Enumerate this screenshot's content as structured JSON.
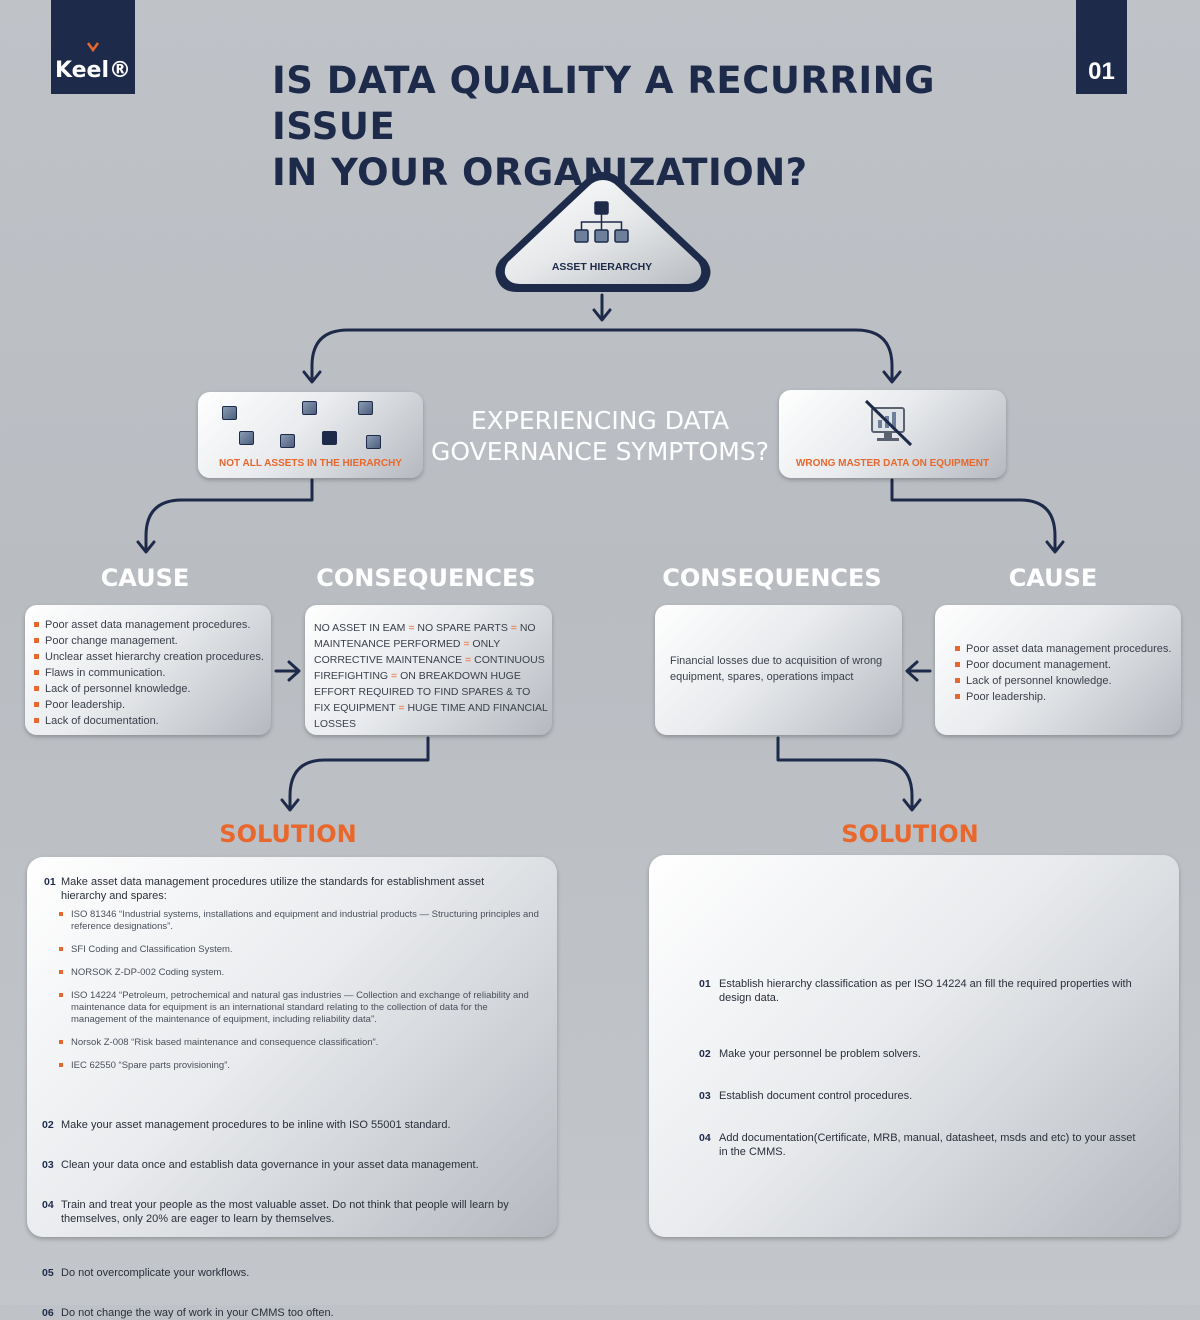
{
  "header": {
    "logo_text": "Keel®",
    "page_number": "01",
    "title_line1": "IS DATA QUALITY A RECURRING ISSUE",
    "title_line2": "IN YOUR ORGANIZATION?"
  },
  "top_node": {
    "label": "ASSET HIERARCHY",
    "icon": "hierarchy-icon"
  },
  "center_question": {
    "line1": "EXPERIENCING DATA",
    "line2": "GOVERNANCE SYMPTOMS?"
  },
  "left_symptom": {
    "label": "NOT ALL ASSETS IN THE HIERARCHY",
    "icon": "scattered-squares-icon"
  },
  "right_symptom": {
    "label": "WRONG MASTER DATA ON EQUIPMENT",
    "icon": "crossed-monitor-icon"
  },
  "left": {
    "cause_title": "CAUSE",
    "cause_items": [
      "Poor asset data management procedures.",
      "Poor change management.",
      "Unclear asset hierarchy creation procedures.",
      "Flaws in communication.",
      "Lack of personnel knowledge.",
      "Poor leadership.",
      "Lack of documentation."
    ],
    "consequences_title": "CONSEQUENCES",
    "consequences_parts": [
      "NO ASSET IN EAM",
      " = ",
      "NO SPARE PARTS",
      " = ",
      "NO MAINTENANCE PERFORMED",
      " = ",
      "ONLY CORRECTIVE MAINTENANCE",
      " = ",
      "CONTINUOUS FIREFIGHTING",
      " = ",
      "ON BREAKDOWN HUGE EFFORT REQUIRED TO FIND SPARES & TO FIX EQUIPMENT",
      " = ",
      "HUGE TIME AND FINANCIAL LOSSES"
    ],
    "solution_title": "SOLUTION",
    "solution_items": [
      {
        "num": "01",
        "text": "Make asset data management procedures utilize the standards for establishment asset hierarchy and spares:",
        "sub": [
          "ISO 81346 “Industrial systems, installations and equipment and industrial products — Structuring principles and reference designations”.",
          "SFI Coding and Classification System.",
          "NORSOK Z-DP-002 Coding system.",
          "ISO 14224 “Petroleum, petrochemical and natural gas industries — Collection and exchange of reliability and maintenance data for equipment is an international standard relating to the collection of data for the management of the maintenance of equipment, including reliability data”.",
          "Norsok Z-008 “Risk based maintenance and consequence classification”.",
          "IEC 62550 “Spare parts provisioning”."
        ]
      },
      {
        "num": "02",
        "text": "Make your asset management procedures to be inline with ISO 55001 standard."
      },
      {
        "num": "03",
        "text": "Clean your data once and establish data governance in your asset data management."
      },
      {
        "num": "04",
        "text": "Train and treat your people as the most valuable asset. Do not think that people will learn by themselves, only 20% are eager to learn by themselves."
      },
      {
        "num": "05",
        "text": "Do not overcomplicate your workflows."
      },
      {
        "num": "06",
        "text": "Do not change the way of work in your CMMS too often."
      }
    ]
  },
  "right": {
    "consequences_title": "CONSEQUENCES",
    "consequences_text": "Financial losses due to acquisition of wrong equipment, spares, operations impact",
    "cause_title": "CAUSE",
    "cause_items": [
      "Poor asset data management procedures.",
      "Poor document management.",
      "Lack of personnel knowledge.",
      "Poor leadership."
    ],
    "solution_title": "SOLUTION",
    "solution_items": [
      {
        "num": "01",
        "text": "Establish hierarchy classification as per ISO 14224 an fill the required properties with design data."
      },
      {
        "num": "02",
        "text": "Make your personnel be problem solvers."
      },
      {
        "num": "03",
        "text": "Establish document control procedures."
      },
      {
        "num": "04",
        "text": "Add documentation(Certificate, MRB, manual, datasheet, msds and etc) to your asset in the CMMS."
      }
    ]
  },
  "colors": {
    "navy": "#1e2a4a",
    "orange": "#e8672c",
    "background": "#bfc3c8"
  }
}
